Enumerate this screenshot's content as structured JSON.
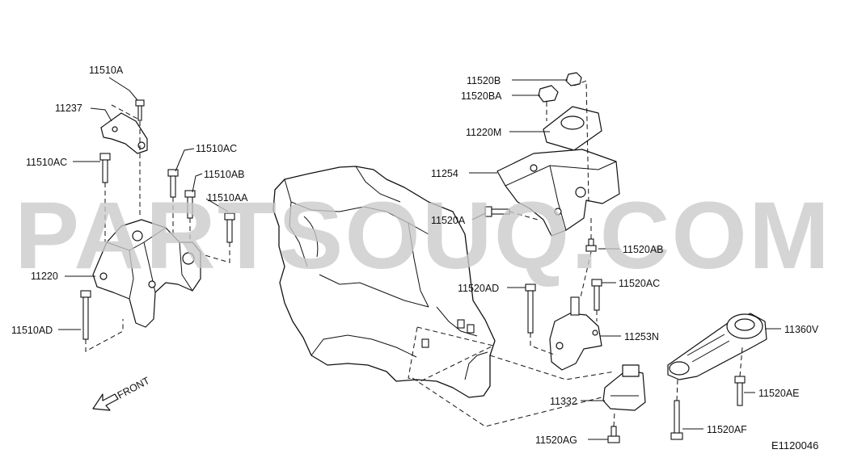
{
  "diagram_code": "E1120046",
  "watermark": "PARTSOUQ.COM",
  "front_label": "FRONT",
  "parts": [
    {
      "id": "p11510A",
      "label": "11510A"
    },
    {
      "id": "p11237",
      "label": "11237"
    },
    {
      "id": "p11510AC_l",
      "label": "11510AC"
    },
    {
      "id": "p11510AC_r",
      "label": "11510AC"
    },
    {
      "id": "p11510AB",
      "label": "11510AB"
    },
    {
      "id": "p11510AA",
      "label": "11510AA"
    },
    {
      "id": "p11220",
      "label": "11220"
    },
    {
      "id": "p11510AD",
      "label": "11510AD"
    },
    {
      "id": "p11520B",
      "label": "11520B"
    },
    {
      "id": "p11520BA",
      "label": "11520BA"
    },
    {
      "id": "p11220M",
      "label": "11220M"
    },
    {
      "id": "p11254",
      "label": "11254"
    },
    {
      "id": "p11520A",
      "label": "11520A"
    },
    {
      "id": "p11520AB",
      "label": "11520AB"
    },
    {
      "id": "p11520AD",
      "label": "11520AD"
    },
    {
      "id": "p11520AC",
      "label": "11520AC"
    },
    {
      "id": "p11253N",
      "label": "11253N"
    },
    {
      "id": "p11360V",
      "label": "11360V"
    },
    {
      "id": "p11332",
      "label": "11332"
    },
    {
      "id": "p11520AE",
      "label": "11520AE"
    },
    {
      "id": "p11520AF",
      "label": "11520AF"
    },
    {
      "id": "p11520AG",
      "label": "11520AG"
    }
  ]
}
